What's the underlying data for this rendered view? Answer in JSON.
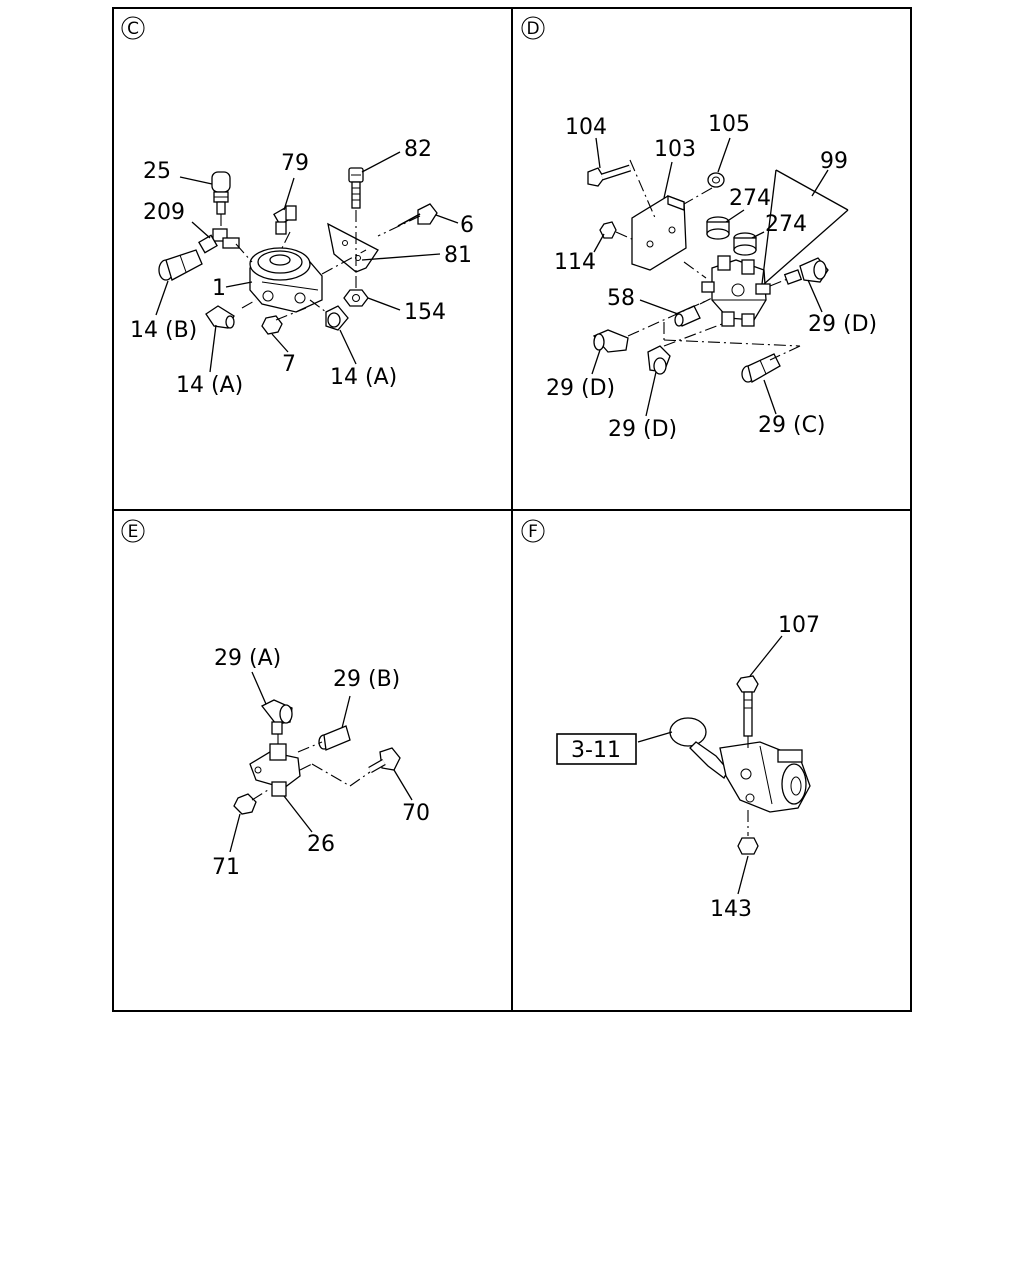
{
  "panels": {
    "c": {
      "marker": "C",
      "labels": [
        "25",
        "79",
        "82",
        "209",
        "6",
        "81",
        "1",
        "154",
        "14 (B)",
        "14 (A)",
        "7",
        "14 (A)"
      ]
    },
    "d": {
      "marker": "D",
      "labels": [
        "104",
        "105",
        "103",
        "99",
        "274",
        "274",
        "114",
        "58",
        "29 (D)",
        "29 (D)",
        "29 (D)",
        "29 (C)"
      ]
    },
    "e": {
      "marker": "E",
      "labels": [
        "29 (A)",
        "29 (B)",
        "70",
        "71",
        "26"
      ]
    },
    "f": {
      "marker": "F",
      "labels": [
        "107",
        "143"
      ],
      "reference": "3-11"
    }
  }
}
